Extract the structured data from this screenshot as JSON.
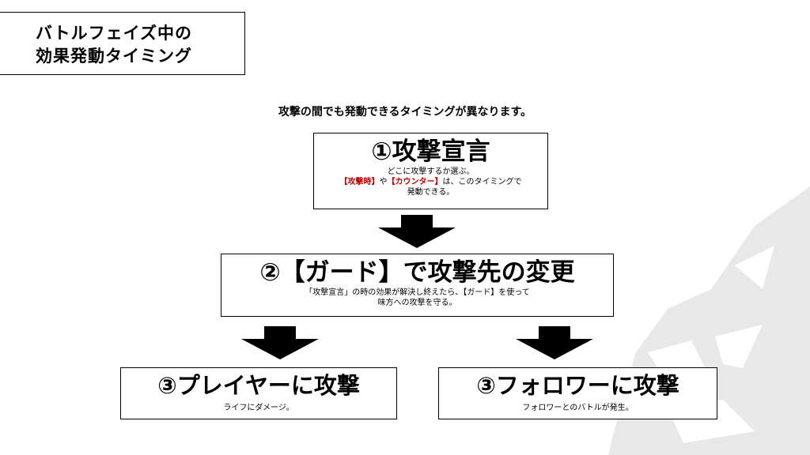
{
  "header": {
    "title_line1": "バトルフェイズ中の",
    "title_line2": "効果発動タイミング"
  },
  "intro": "攻撃の間でも発動できるタイミングが異なります。",
  "steps": {
    "attack_declaration": {
      "title": "①攻撃宣言",
      "desc_line1": "どこに攻撃するか選ぶ。",
      "tag_attack": "【攻撃時】",
      "connector": "や",
      "tag_counter": "【カウンター】",
      "desc_line2_rest": "は、このタイミングで",
      "desc_line3": "発動できる。"
    },
    "guard": {
      "title": "②【ガード】で攻撃先の変更",
      "desc_line1": "「攻撃宣言」の時の効果が解決し終えたら、【ガード】を使って",
      "desc_line2": "味方への攻撃を守る。"
    },
    "attack_player": {
      "title": "③プレイヤーに攻撃",
      "desc": "ライフにダメージ。"
    },
    "attack_follower": {
      "title": "③フォロワーに攻撃",
      "desc": "フォロワーとのバトルが発生。"
    }
  },
  "colors": {
    "tag_red": "#c00000",
    "watermark_gray": "#e6e6e6",
    "arrow": "#000000"
  }
}
